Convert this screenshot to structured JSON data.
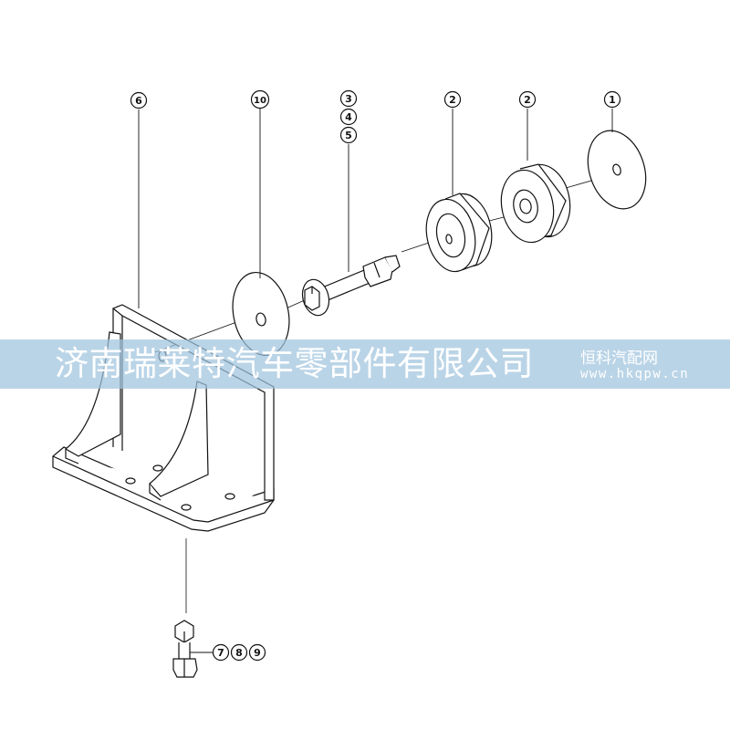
{
  "diagram": {
    "callouts": {
      "c6": "6",
      "c10": "10",
      "c3": "3",
      "c4": "4",
      "c5": "5",
      "c2a": "2",
      "c2b": "2",
      "c1": "1",
      "c7": "7",
      "c8": "8",
      "c9": "9"
    }
  },
  "watermark": {
    "company": "济南瑞莱特汽车零部件有限公司",
    "site_name": "恒科汽配网",
    "site_url": "www.hkqpw.cn"
  }
}
